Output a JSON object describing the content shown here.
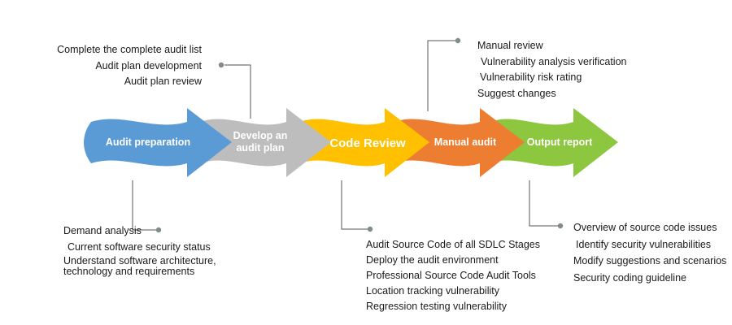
{
  "stages": [
    {
      "label": "Audit preparation",
      "color": "#5b9bd5"
    },
    {
      "label_lines": [
        "Develop an",
        "audit plan"
      ],
      "color": "#bdbdbd"
    },
    {
      "label": "Code Review",
      "color": "#ffc000"
    },
    {
      "label": "Manual audit",
      "color": "#ed7d31"
    },
    {
      "label": "Output report",
      "color": "#8dc63f"
    }
  ],
  "notes": {
    "prep_plan": [
      "Complete the complete audit list",
      "Audit plan development",
      "Audit plan review"
    ],
    "manual": [
      "Manual review",
      "Vulnerability analysis verification",
      "Vulnerability risk rating",
      "Suggest changes"
    ],
    "prep": [
      "Demand analysis",
      "Current software security status",
      "Understand software architecture,",
      "technology and requirements"
    ],
    "code": [
      "Audit Source Code of all SDLC Stages",
      "Deploy the audit environment",
      "Professional Source Code Audit Tools",
      "Location tracking vulnerability",
      "Regression testing vulnerability"
    ],
    "output": [
      "Overview of source code issues",
      "Identify security vulnerabilities",
      "Modify suggestions and scenarios",
      "Security coding guideline"
    ]
  },
  "colors": {
    "connector": "#555555",
    "dot": "#7f8c8d"
  }
}
